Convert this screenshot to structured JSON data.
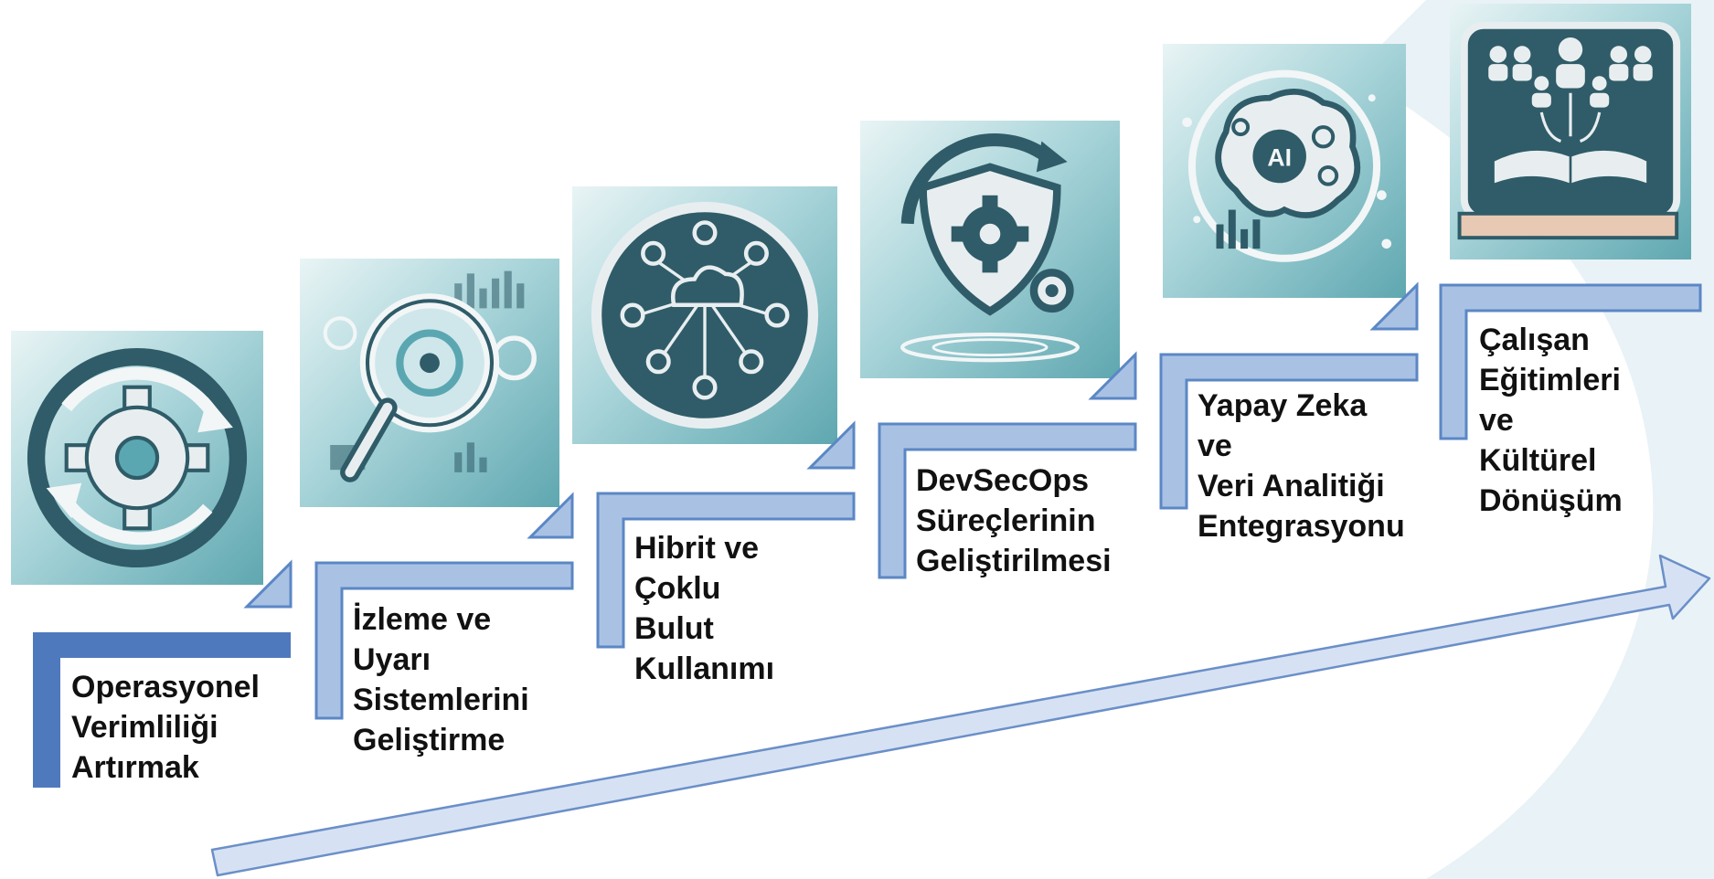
{
  "diagram": {
    "colors": {
      "step_fill": "#a9c2e4",
      "step_stroke": "#5b87c5",
      "step_dark": "#4f79bd",
      "arrow_fill": "#d6e2f3",
      "arrow_stroke": "#6b8fc8",
      "icon_teal": "#5aa7b2",
      "icon_dark": "#2f5c68",
      "icon_light": "#f2f6f7",
      "swoosh": "#e9f2f6"
    },
    "steps": [
      {
        "label_lines": [
          "Operasyonel",
          "Verimliliği",
          "Artırmak"
        ],
        "icon": "gear-cycle-icon"
      },
      {
        "label_lines": [
          "İzleme ve",
          "Uyarı",
          "Sistemlerini",
          "Geliştirme"
        ],
        "icon": "magnifier-dashboard-icon"
      },
      {
        "label_lines": [
          "Hibrit ve",
          "Çoklu Bulut",
          "Kullanımı"
        ],
        "icon": "cloud-network-icon"
      },
      {
        "label_lines": [
          "DevSecOps",
          "Süreçlerinin",
          "Geliştirilmesi"
        ],
        "icon": "shield-gear-icon"
      },
      {
        "label_lines": [
          "Yapay Zeka ve",
          "Veri Analitiği",
          "Entegrasyonu"
        ],
        "icon": "ai-brain-icon"
      },
      {
        "label_lines": [
          "Çalışan",
          "Eğitimleri ve",
          "Kültürel",
          "Dönüşüm"
        ],
        "icon": "people-book-icon"
      }
    ]
  }
}
